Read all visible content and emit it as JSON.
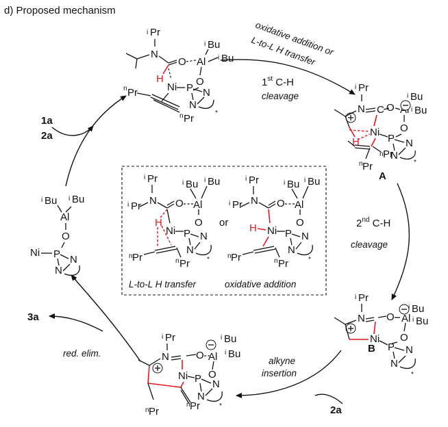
{
  "title": "d) Proposed mechanism",
  "steps": {
    "top_right_1": "oxidative addition or",
    "top_right_2": "L-to-L H transfer",
    "first_ch_a": "1",
    "first_ch_sup": "st",
    "first_ch_b": " C-H",
    "first_ch_c": "cleavage",
    "second_ch_a": "2",
    "second_ch_sup": "nd",
    "second_ch_b": " C-H",
    "second_ch_c": "cleavage",
    "alkyne_1": "alkyne",
    "alkyne_2": "insertion",
    "red_elim": "red. elim."
  },
  "compounds": {
    "in_1a": "1a",
    "in_2a_top": "2a",
    "in_2a_bottom": "2a",
    "out_3a": "3a",
    "label_A": "A",
    "label_B": "B"
  },
  "inset": {
    "left_caption": "L-to-L H transfer",
    "right_caption": "oxidative addition",
    "or": "or"
  }
}
